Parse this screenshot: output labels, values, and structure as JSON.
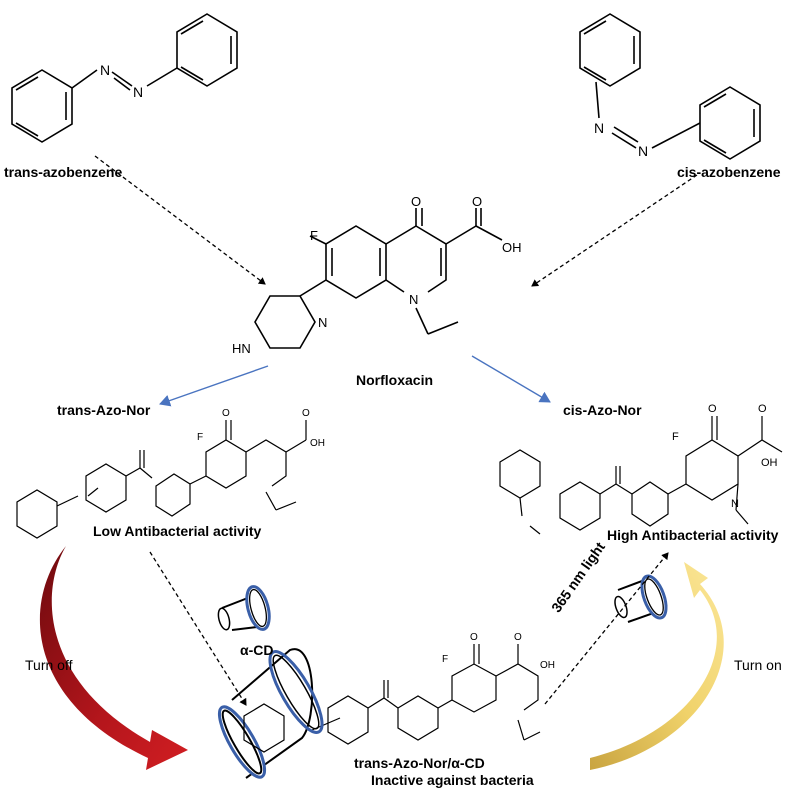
{
  "labels": {
    "trans_azobenzene": "trans-azobenzene",
    "cis_azobenzene": "cis-azobenzene",
    "norfloxacin": "Norfloxacin",
    "trans_azo_nor": "trans-Azo-Nor",
    "cis_azo_nor": "cis-Azo-Nor",
    "low_activity": "Low Antibacterial activity",
    "high_activity": "High Antibacterial activity",
    "alpha_cd": "α-CD",
    "complex": "trans-Azo-Nor/α-CD",
    "inactive": "Inactive against bacteria",
    "turn_off": "Turn off",
    "turn_on": "Turn on",
    "light": "365 nm light"
  },
  "atoms": {
    "N": "N",
    "O": "O",
    "F": "F",
    "OH": "OH",
    "HN": "HN"
  },
  "colors": {
    "turn_off_arrow": "#a0141a",
    "turn_on_arrow": "#f2d36b",
    "blue_arrow": "#4a74c0",
    "cyclodextrin_ring": "#3a5fa8"
  }
}
